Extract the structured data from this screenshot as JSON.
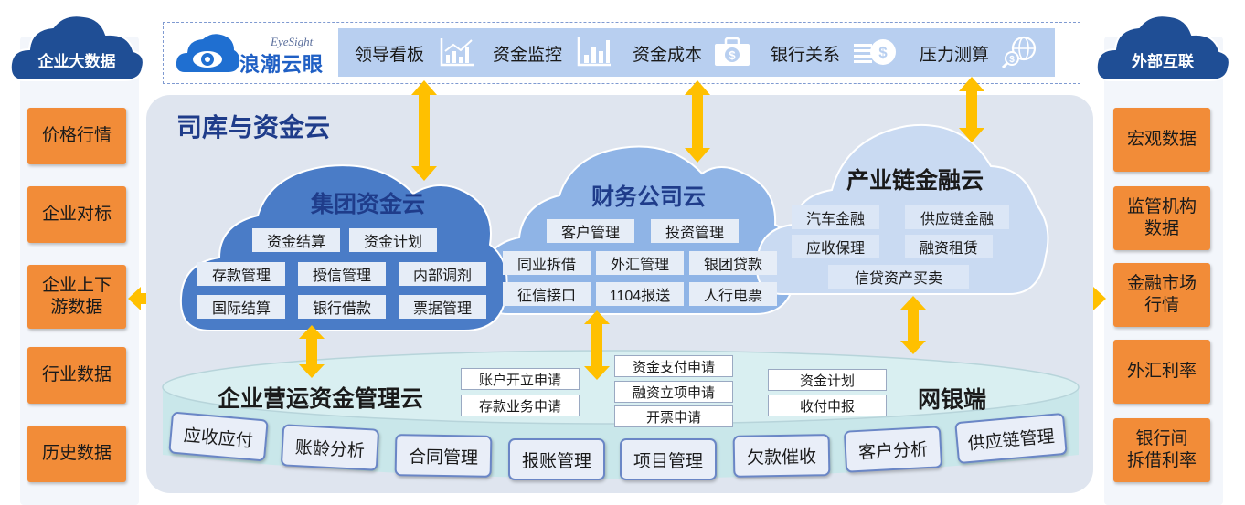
{
  "left_panel": {
    "title": "企业大数据",
    "items": [
      "价格行情",
      "企业对标",
      "企业上下\n游数据",
      "行业数据",
      "历史数据"
    ]
  },
  "right_panel": {
    "title": "外部互联",
    "items": [
      "宏观数据",
      "监管机构\n数据",
      "金融市场\n行情",
      "外汇利率",
      "银行间\n拆借利率"
    ]
  },
  "header": {
    "logo_small": "EyeSight",
    "logo_text": "浪潮云眼",
    "nav": [
      "领导看板",
      "资金监控",
      "资金成本",
      "银行关系",
      "压力测算"
    ]
  },
  "main": {
    "title": "司库与资金云"
  },
  "group_cloud": {
    "title": "集团资金云",
    "items": [
      "资金结算",
      "资金计划",
      "存款管理",
      "授信管理",
      "内部调剂",
      "国际结算",
      "银行借款",
      "票据管理"
    ]
  },
  "finance_cloud": {
    "title": "财务公司云",
    "items": [
      "客户管理",
      "投资管理",
      "同业拆借",
      "外汇管理",
      "银团贷款",
      "征信接口",
      "1104报送",
      "人行电票"
    ]
  },
  "chain_cloud": {
    "title": "产业链金融云",
    "items": [
      "汽车金融",
      "供应链金融",
      "应收保理",
      "融资租赁",
      "信贷资产买卖"
    ]
  },
  "ops_cloud": {
    "title": "企业营运资金管理云",
    "bank_title": "网银端",
    "requests_left": [
      "账户开立申请",
      "存款业务申请"
    ],
    "requests_mid": [
      "资金支付申请",
      "融资立项申请",
      "开票申请"
    ],
    "requests_right": [
      "资金计划",
      "收付申报"
    ],
    "modules": [
      "应收应付",
      "账龄分析",
      "合同管理",
      "报账管理",
      "项目管理",
      "欠款催收",
      "客户分析",
      "供应链管理"
    ]
  },
  "colors": {
    "orange": "#f28c38",
    "arrow": "#ffc000",
    "dark_blue": "#1f4e95",
    "mid_blue": "#4a7cc7",
    "light_blue": "#b8cff0",
    "title_blue": "#1f3c8a",
    "teal": "#c9e7ea"
  }
}
